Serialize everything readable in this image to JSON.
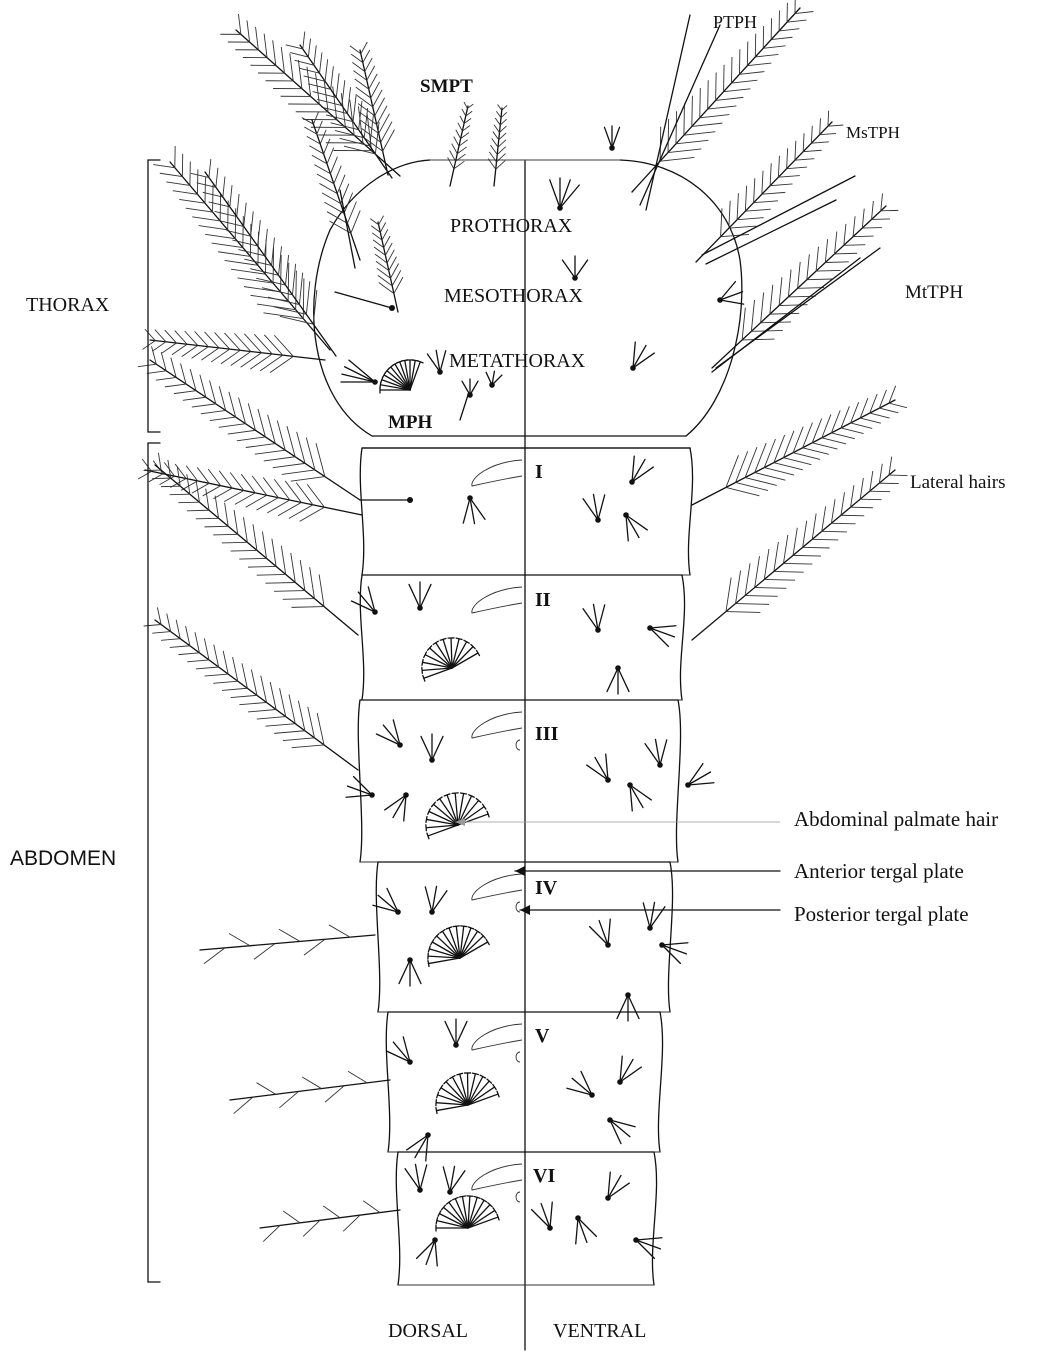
{
  "labels": {
    "smpt": "SMPT",
    "ptph": "PTPH",
    "mstph": "MsTPH",
    "mttph": "MtTPH",
    "prothorax": "PROTHORAX",
    "mesothorax": "MESOTHORAX",
    "metathorax": "METATHORAX",
    "mph": "MPH",
    "thorax": "THORAX",
    "abdomen": "ABDOMEN",
    "lateral_hairs": "Lateral hairs",
    "abdominal_palmate_hair": "Abdominal palmate hair",
    "anterior_tergal_plate": "Anterior tergal plate",
    "posterior_tergal_plate": "Posterior tergal plate",
    "dorsal": "DORSAL",
    "ventral": "VENTRAL"
  },
  "segments": [
    "I",
    "II",
    "III",
    "IV",
    "V",
    "VI"
  ]
}
